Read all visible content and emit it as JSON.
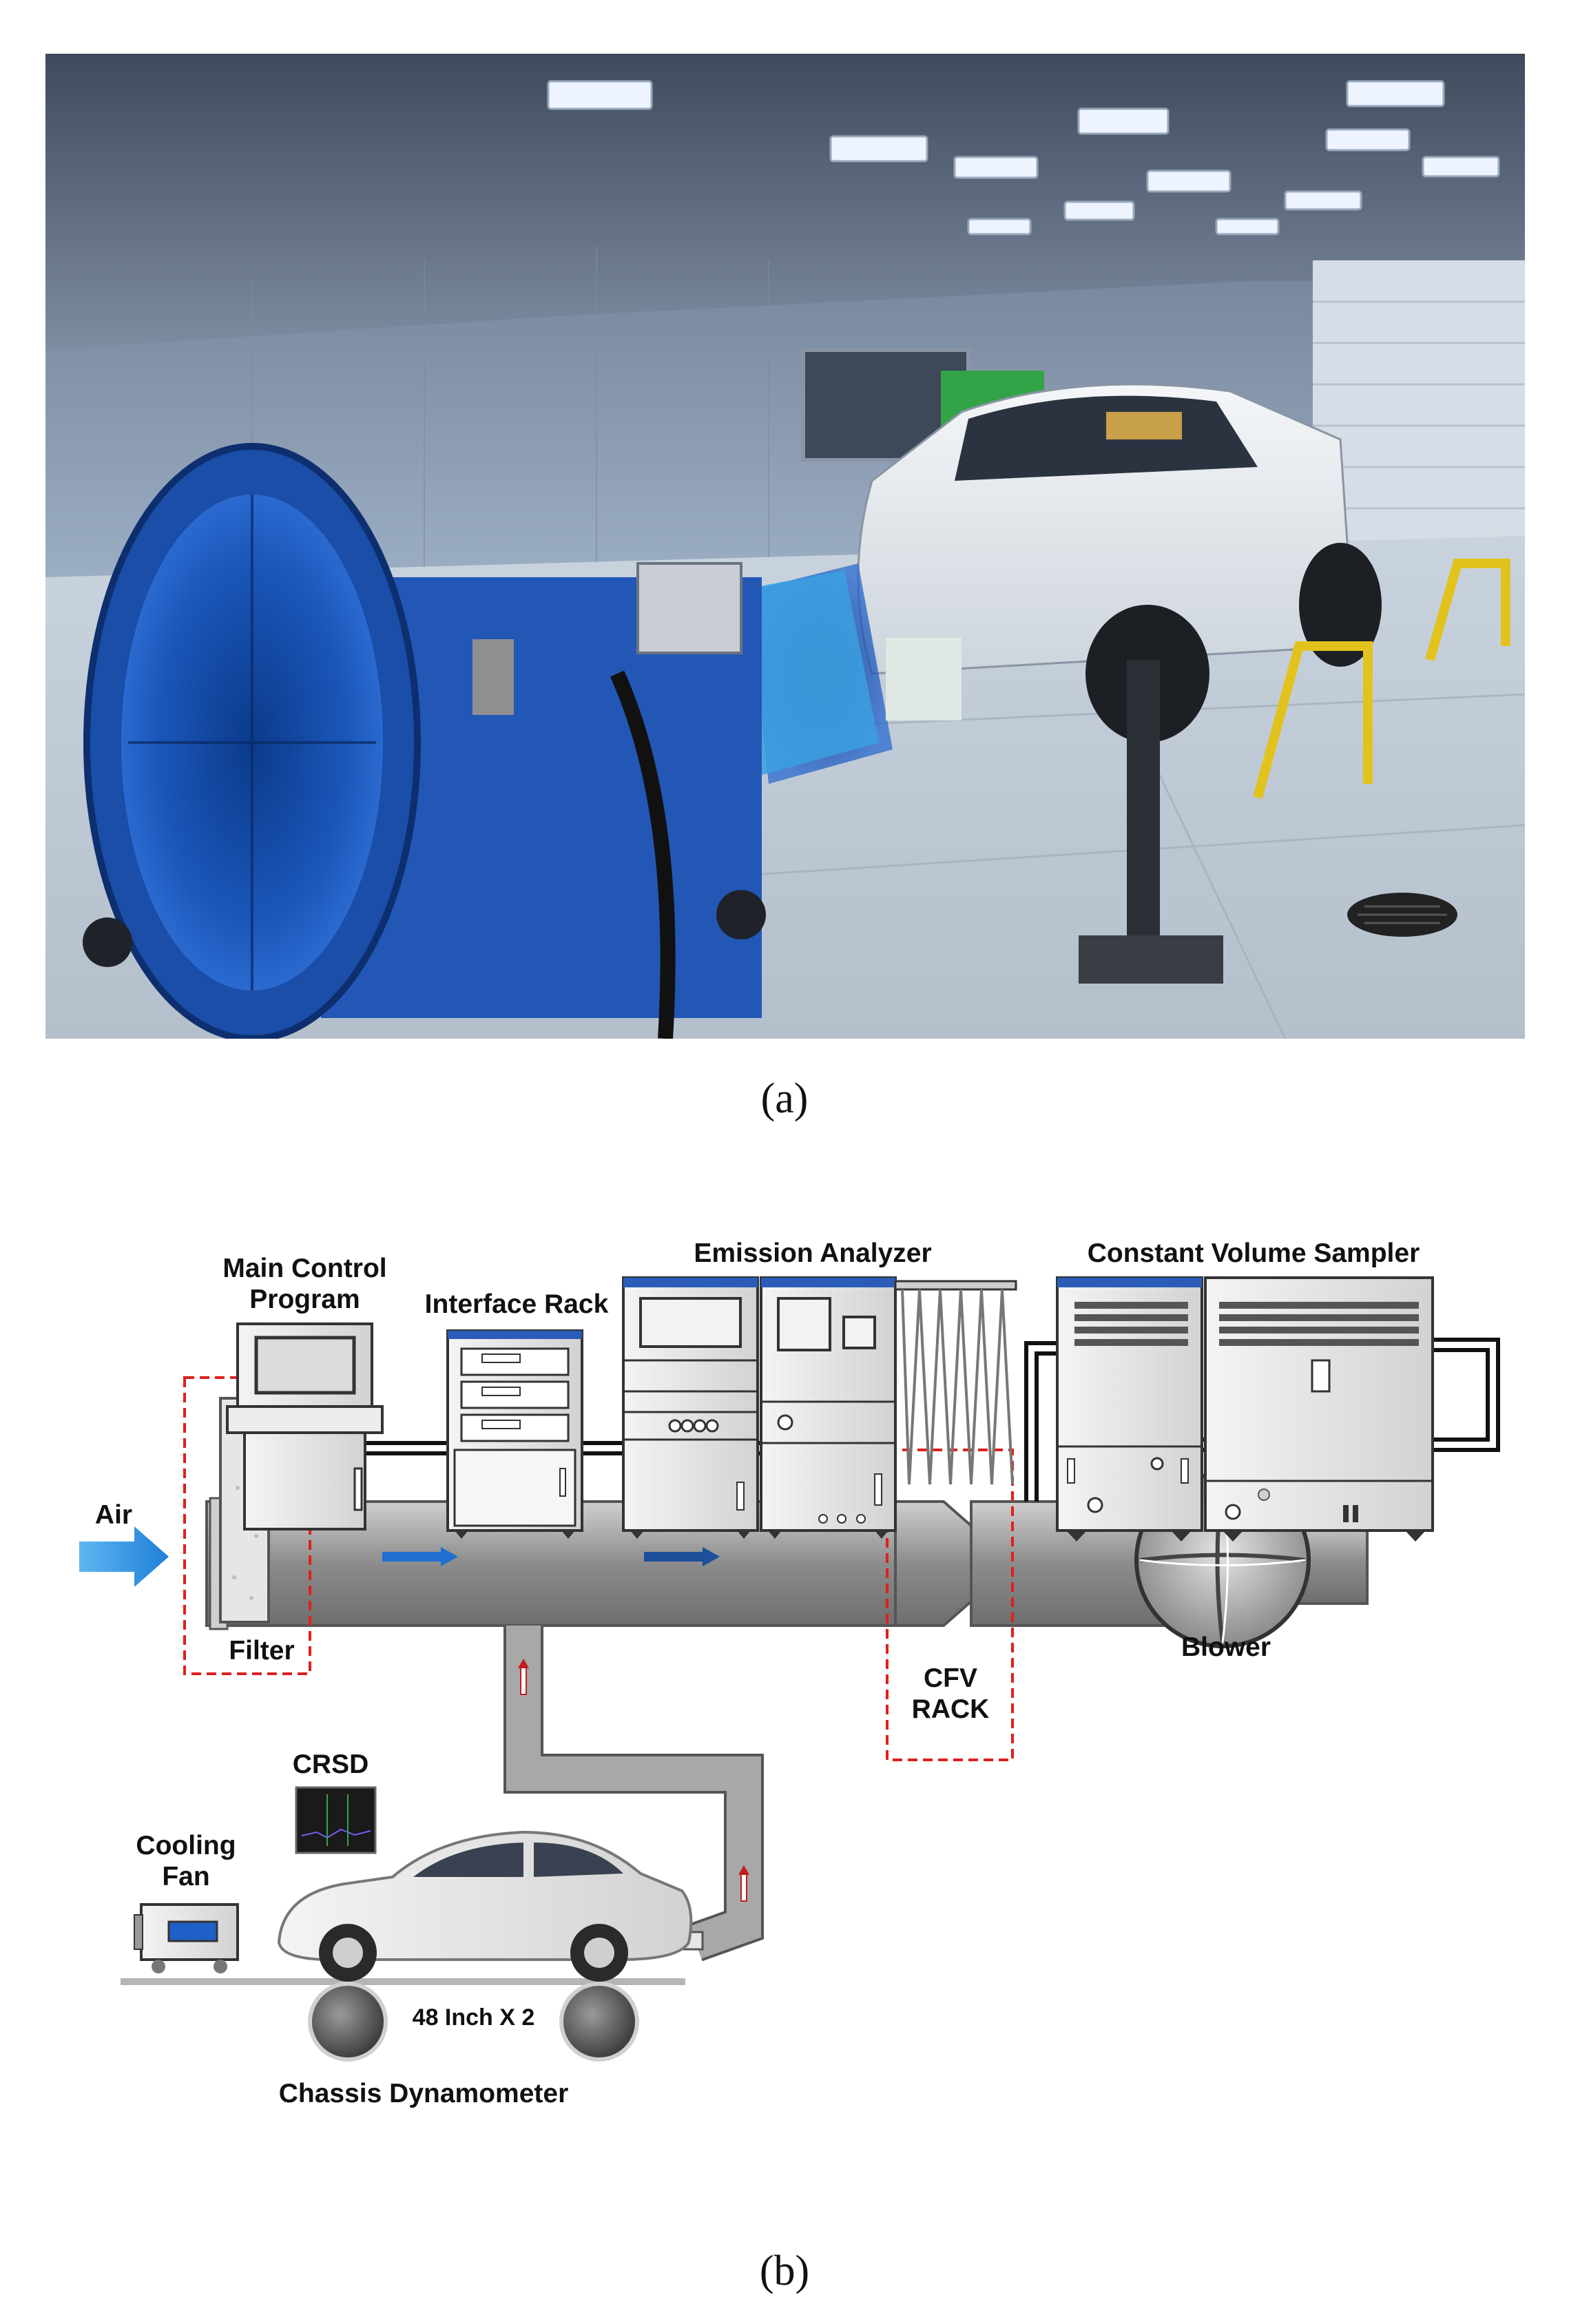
{
  "figure": {
    "panel_a_caption": "(a)",
    "panel_b_caption": "(b)"
  },
  "diagram": {
    "main_control": "Main Control\nProgram",
    "interface_rack": "Interface Rack",
    "emission_analyzer": "Emission Analyzer",
    "cvs": "Constant Volume Sampler",
    "air": "Air",
    "filter": "Filter",
    "cfv_rack": "CFV\nRACK",
    "blower": "Blower",
    "crsd": "CRSD",
    "cooling_fan": "Cooling\nFan",
    "roller_size": "48 Inch X 2",
    "chassis_dyno": "Chassis Dynamometer"
  },
  "colors": {
    "accent_blue": "#2b5cb8",
    "highlight_red": "#e0201b",
    "pipe_gray": "#9a9a9a",
    "fan_blue": "#1f5fc8",
    "tarp_blue": "#3aa0e0"
  }
}
